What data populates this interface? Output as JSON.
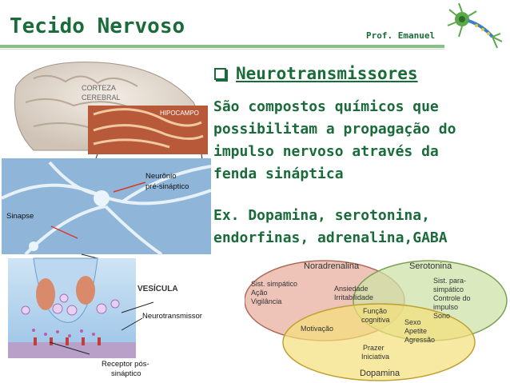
{
  "header": {
    "title": "Tecido Nervoso",
    "author": "Prof. Emanuel"
  },
  "bullet": {
    "heading": "Neurotransmissores"
  },
  "content": {
    "lines": [
      "São compostos químicos que",
      "possibilitam a propagação do",
      "impulso nervoso através da",
      "fenda sináptica"
    ],
    "example_lines": [
      "Ex. Dopamina, serotonina,",
      "endorfinas, adrenalina,GABA"
    ]
  },
  "figure": {
    "cortex_label_1": "CORTEZA",
    "cortex_label_2": "CEREBRAL",
    "hippocampus_label": "HIPOCAMPO",
    "neuron_label_1": "Neurônio",
    "neuron_label_2": "pré-sináptico",
    "synapse_label": "Sinapse",
    "vesicle_label": "VESÍCULA",
    "neurotransmitter_label": "Neurotransmissor",
    "receptor_label_1": "Receptor pós-",
    "receptor_label_2": "sináptico"
  },
  "venn": {
    "noradrenalina": "Noradrenalina",
    "serotonina": "Serotonina",
    "dopamina": "Dopamina",
    "left_items": [
      "Sist. simpático",
      "Ação",
      "Vigilância"
    ],
    "right_items": [
      "Sist. para-",
      "simpático",
      "Controle do",
      "impulso",
      "Sono"
    ],
    "nor_sero": [
      "Ansiedade",
      "Irritabilidade"
    ],
    "center": [
      "Função",
      "cognitiva"
    ],
    "nor_dopa": [
      "Motivação"
    ],
    "sero_dopa": [
      "Sexo",
      "Apetite",
      "Agressão"
    ],
    "bottom": [
      "Prazer",
      "Iniciativa"
    ]
  },
  "colors": {
    "title_green": "#1a6b3a",
    "venn_red": "#e8b0a0",
    "venn_green": "#cfe3a8",
    "venn_yellow": "#f5e07a"
  }
}
